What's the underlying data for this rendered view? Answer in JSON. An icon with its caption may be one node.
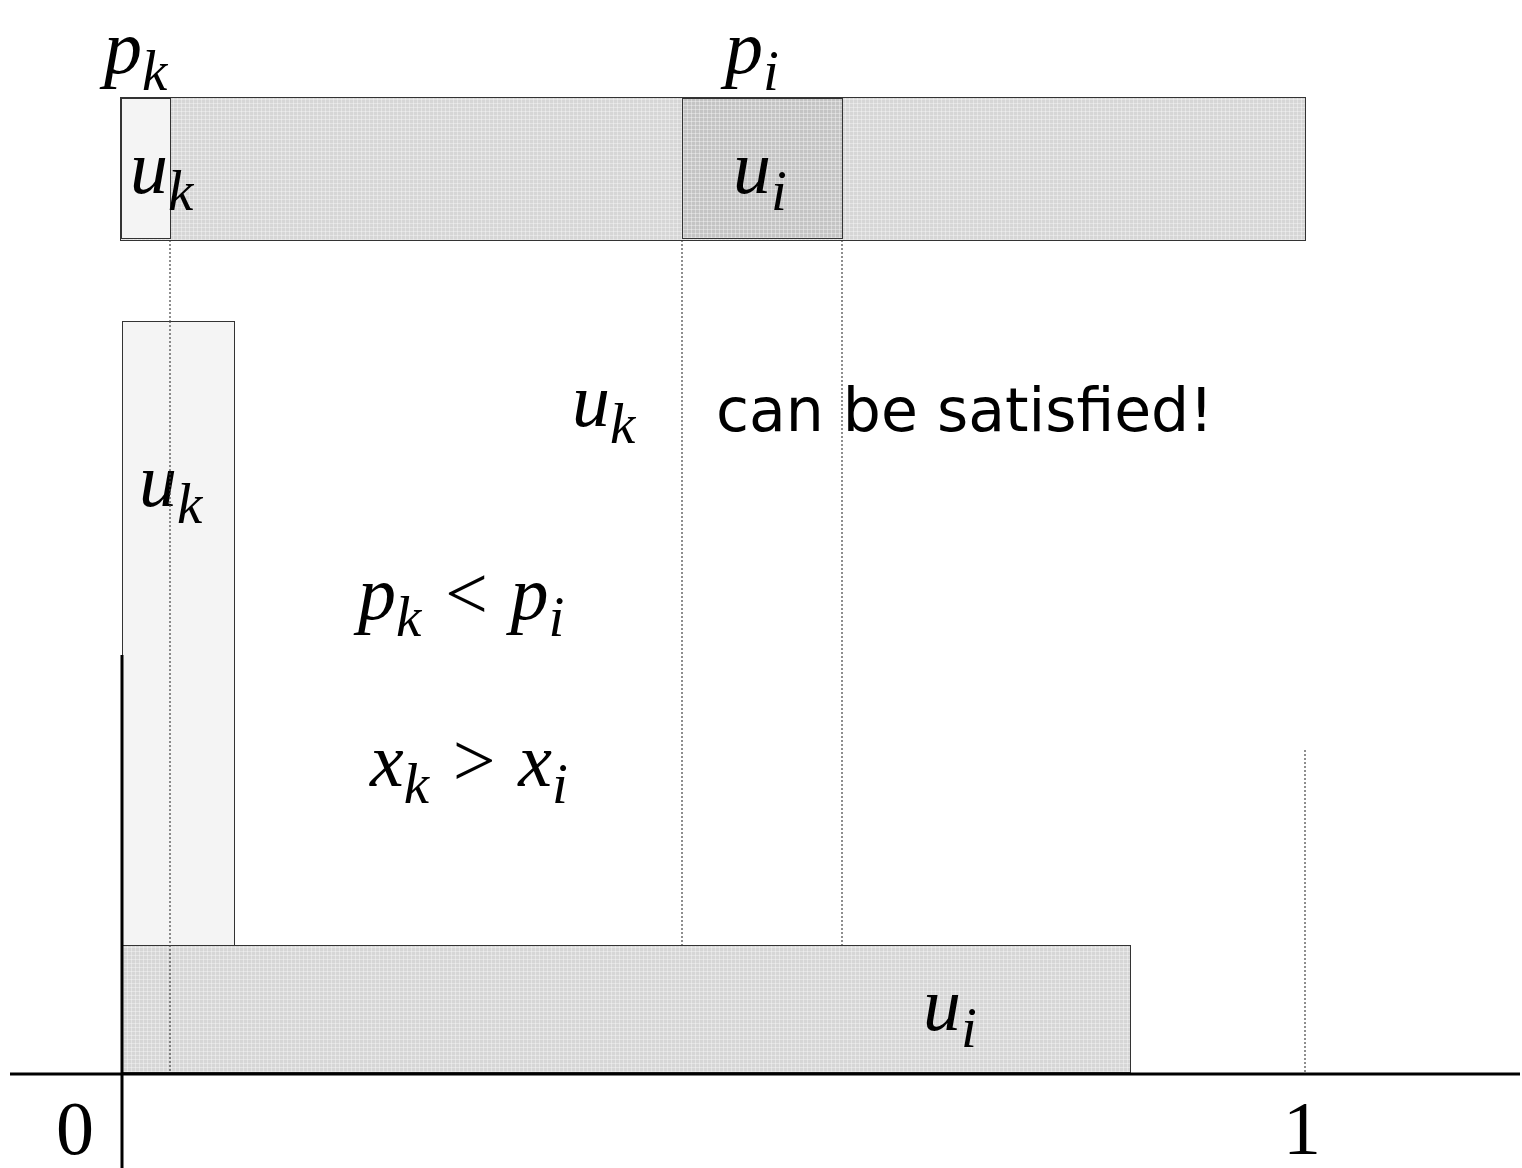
{
  "diagram": {
    "nodes": [
      {
        "text": [],
        "shape": "bar"
      },
      {
        "text": [
          "u$_{k}$"
        ],
        "in": 0,
        "beside": [
          "p$_{k}$"
        ]
      },
      {
        "text": [
          "u$_{i}$"
        ],
        "in": 0,
        "beside": [
          "p$_{i}$"
        ]
      },
      {
        "text": [
          "u$_{k}$"
        ]
      },
      {
        "text": [
          "u$_{i}$"
        ]
      }
    ],
    "labels": [
      "u$_{k}$",
      "can be satisfied!",
      "p$_{k}$ < p$_{i}$",
      "x$_{k}$ > x$_{i}$",
      "0",
      "1"
    ]
  }
}
